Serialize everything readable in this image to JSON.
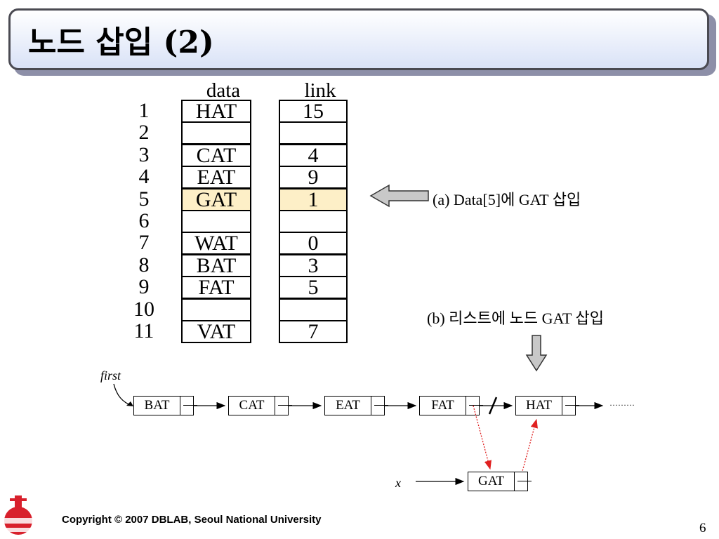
{
  "title": "노드 삽입 (2)",
  "table": {
    "data_header": "data",
    "link_header": "link",
    "rows": [
      {
        "index": "1",
        "data": "HAT",
        "link": "15"
      },
      {
        "index": "2",
        "data": "",
        "link": ""
      },
      {
        "index": "3",
        "data": "CAT",
        "link": "4"
      },
      {
        "index": "4",
        "data": "EAT",
        "link": "9"
      },
      {
        "index": "5",
        "data": "GAT",
        "link": "1"
      },
      {
        "index": "6",
        "data": "",
        "link": ""
      },
      {
        "index": "7",
        "data": "WAT",
        "link": "0"
      },
      {
        "index": "8",
        "data": "BAT",
        "link": "3"
      },
      {
        "index": "9",
        "data": "FAT",
        "link": "5"
      },
      {
        "index": "10",
        "data": "",
        "link": ""
      },
      {
        "index": "11",
        "data": "VAT",
        "link": "7"
      }
    ],
    "highlight_color": "#fdefc7"
  },
  "caption_a": "(a) Data[5]에 GAT 삽입",
  "caption_b": "(b) 리스트에 노드 GAT 삽입",
  "list": {
    "first_label": "first",
    "nodes": [
      "BAT",
      "CAT",
      "EAT",
      "FAT",
      "HAT"
    ],
    "new_node": "GAT",
    "x_label": "x",
    "dots": "·········"
  },
  "footer": {
    "copyright": "Copyright © 2007 DBLAB, Seoul National University",
    "page": "6"
  },
  "colors": {
    "banner_border": "#4a4a52",
    "banner_gradient_end": "#d9e2f7",
    "arrow_fill": "#c8c8c8",
    "new_link_color": "#e02020",
    "logo_red": "#d8202c"
  }
}
